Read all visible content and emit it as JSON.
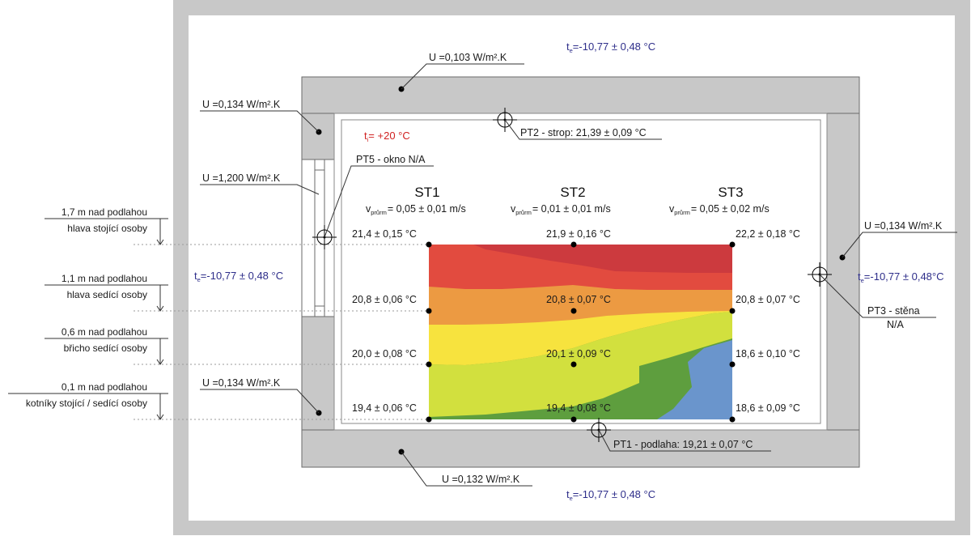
{
  "chamber": {
    "te_top": "-10,77 ± 0,48 °C",
    "te_left": "-10,77 ± 0,48 °C",
    "te_right": "-10,77 ± 0,48°C",
    "te_bottom": "-10,77 ± 0,48 °C",
    "te_prefix": "t",
    "te_sub": "e",
    "te_eq": "=",
    "ti_prefix": "t",
    "ti_sub": "i",
    "ti_value": "= +20 °C"
  },
  "u_values": {
    "roof": "U =0,103 W/m².K",
    "left_upper": "U =0,134 W/m².K",
    "window": "U =1,200 W/m².K",
    "left_lower": "U =0,134 W/m².K",
    "right": "U =0,134 W/m².K",
    "floor": "U =0,132 W/m².K"
  },
  "probes": {
    "pt1": "PT1 - podlaha: 19,21 ± 0,07 °C",
    "pt2": "PT2 - strop: 21,39 ± 0,09 °C",
    "pt3_line1": "PT3 - stěna",
    "pt3_line2": "N/A",
    "pt5": "PT5 - okno N/A"
  },
  "heights": [
    {
      "line1": "1,7 m nad podlahou",
      "line2": "hlava stojící osoby"
    },
    {
      "line1": "1,1 m nad podlahou",
      "line2": "hlava sedící osoby"
    },
    {
      "line1": "0,6 m nad podlahou",
      "line2": "břicho sedící osoby"
    },
    {
      "line1": "0,1 m nad podlahou",
      "line2": "kotníky stojící / sedící osoby"
    }
  ],
  "stands": [
    {
      "name": "ST1",
      "v_prefix": "v",
      "v_sub": "průrm",
      "v_value": "= 0,05 ± 0,01 m/s"
    },
    {
      "name": "ST2",
      "v_prefix": "v",
      "v_sub": "průrm",
      "v_value": "= 0,01 ± 0,01 m/s"
    },
    {
      "name": "ST3",
      "v_prefix": "v",
      "v_sub": "průrm",
      "v_value": "= 0,05 ± 0,02 m/s"
    }
  ],
  "readings": {
    "st1": [
      "21,4 ± 0,15 °C",
      "20,8 ± 0,06 °C",
      "20,0 ± 0,08 °C",
      "19,4 ± 0,06 °C"
    ],
    "st2": [
      "21,9 ± 0,16 °C",
      "20,8 ± 0,07 °C",
      "20,1 ± 0,09 °C",
      "19,4 ± 0,08 °C"
    ],
    "st3": [
      "22,2 ± 0,18 °C",
      "20,8 ± 0,07 °C",
      "18,6 ± 0,10 °C",
      "18,6 ± 0,09 °C"
    ]
  },
  "colors": {
    "wall": "#c8c8c8",
    "band_22": "#cc3a3e",
    "band_21_5": "#e24b3f",
    "band_21": "#ec9a42",
    "band_20_5": "#f7e33e",
    "band_20": "#d2e03e",
    "band_19": "#5e9e3e",
    "band_18_5": "#6a95cc",
    "te_color": "#2e2e8a",
    "ti_color": "#d02020"
  }
}
